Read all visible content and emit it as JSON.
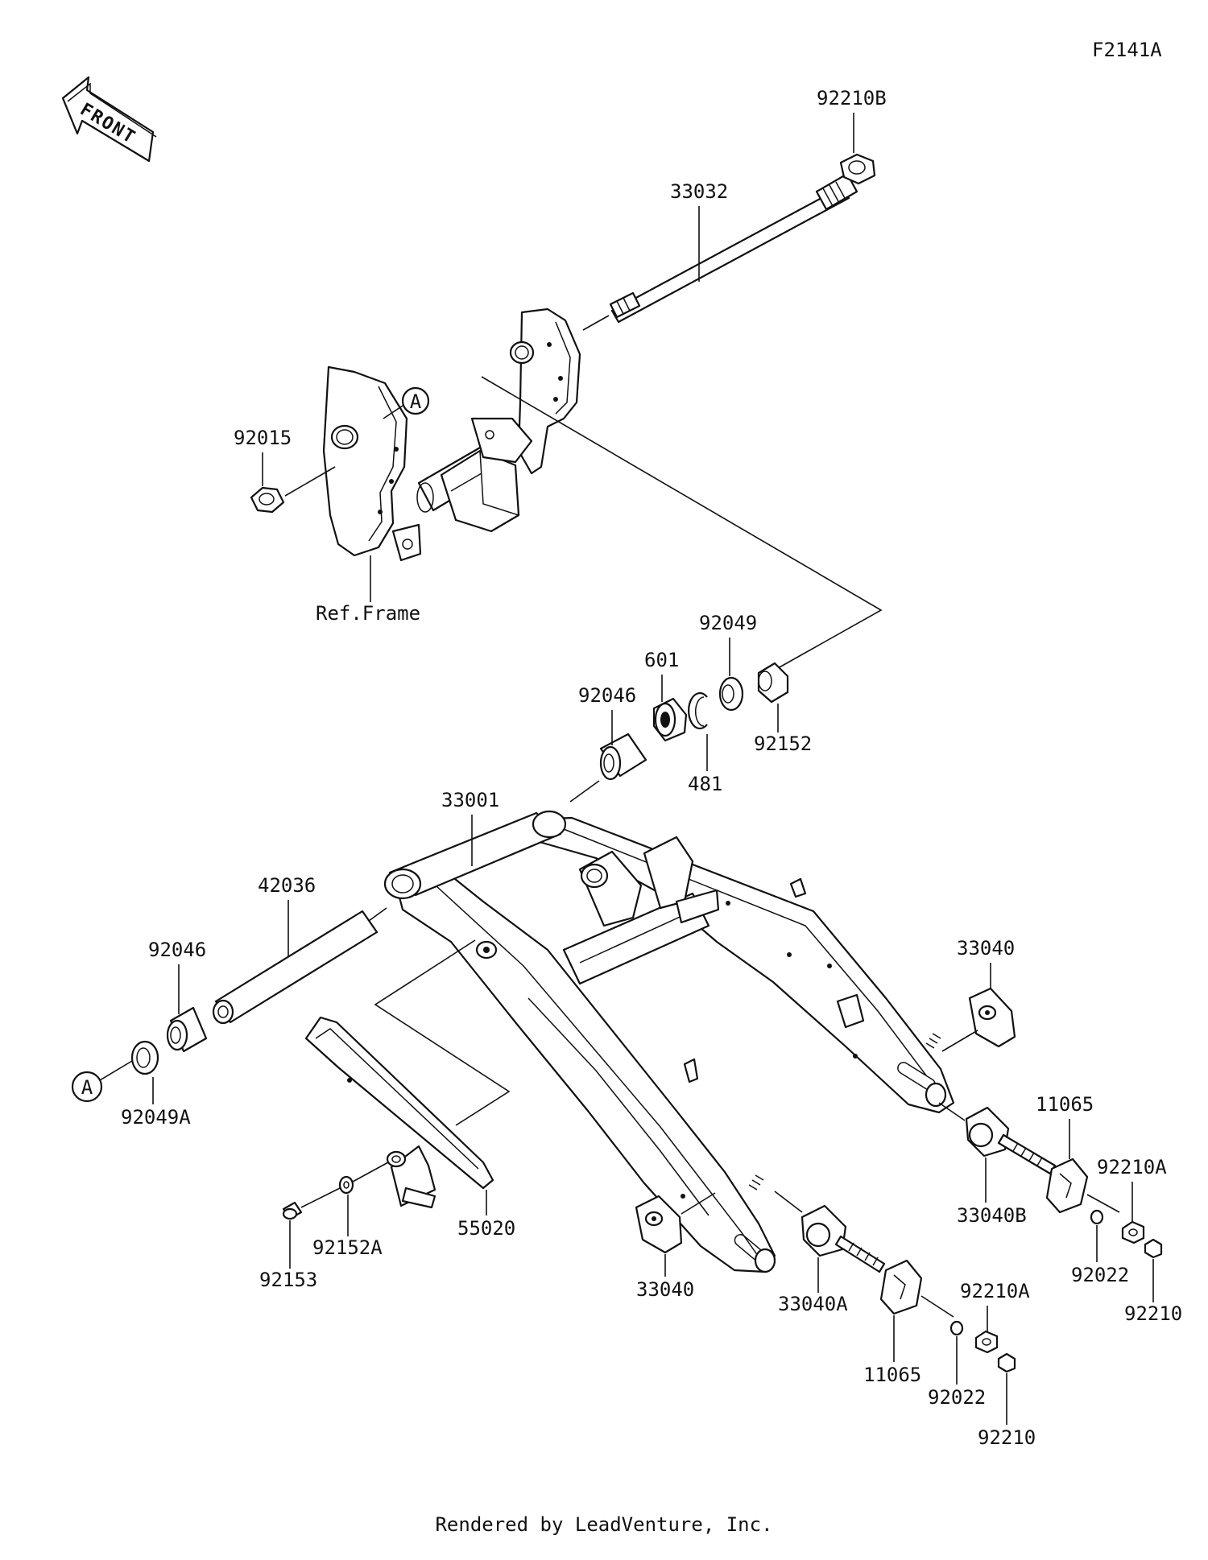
{
  "diagram_code": "F2141A",
  "front_arrow_text": "FRONT",
  "reference_marker": "A",
  "ref_frame_label": "Ref.Frame",
  "footer": "Rendered by LeadVenture, Inc.",
  "parts": [
    {
      "id": "p92210B",
      "number": "92210B"
    },
    {
      "id": "p33032",
      "number": "33032"
    },
    {
      "id": "p92015",
      "number": "92015"
    },
    {
      "id": "p92049",
      "number": "92049"
    },
    {
      "id": "p601",
      "number": "601"
    },
    {
      "id": "p92046top",
      "number": "92046"
    },
    {
      "id": "p92152",
      "number": "92152"
    },
    {
      "id": "p481",
      "number": "481"
    },
    {
      "id": "p33001",
      "number": "33001"
    },
    {
      "id": "p42036",
      "number": "42036"
    },
    {
      "id": "p92046bot",
      "number": "92046"
    },
    {
      "id": "p92049A",
      "number": "92049A"
    },
    {
      "id": "p33040r",
      "number": "33040"
    },
    {
      "id": "p11065r",
      "number": "11065"
    },
    {
      "id": "p92210Ar",
      "number": "92210A"
    },
    {
      "id": "p33040B",
      "number": "33040B"
    },
    {
      "id": "p92022r",
      "number": "92022"
    },
    {
      "id": "p92210r",
      "number": "92210"
    },
    {
      "id": "p55020",
      "number": "55020"
    },
    {
      "id": "p92152A",
      "number": "92152A"
    },
    {
      "id": "p92153",
      "number": "92153"
    },
    {
      "id": "p33040l",
      "number": "33040"
    },
    {
      "id": "p33040A",
      "number": "33040A"
    },
    {
      "id": "p92210Al",
      "number": "92210A"
    },
    {
      "id": "p11065l",
      "number": "11065"
    },
    {
      "id": "p92022l",
      "number": "92022"
    },
    {
      "id": "p92210l",
      "number": "92210"
    }
  ]
}
